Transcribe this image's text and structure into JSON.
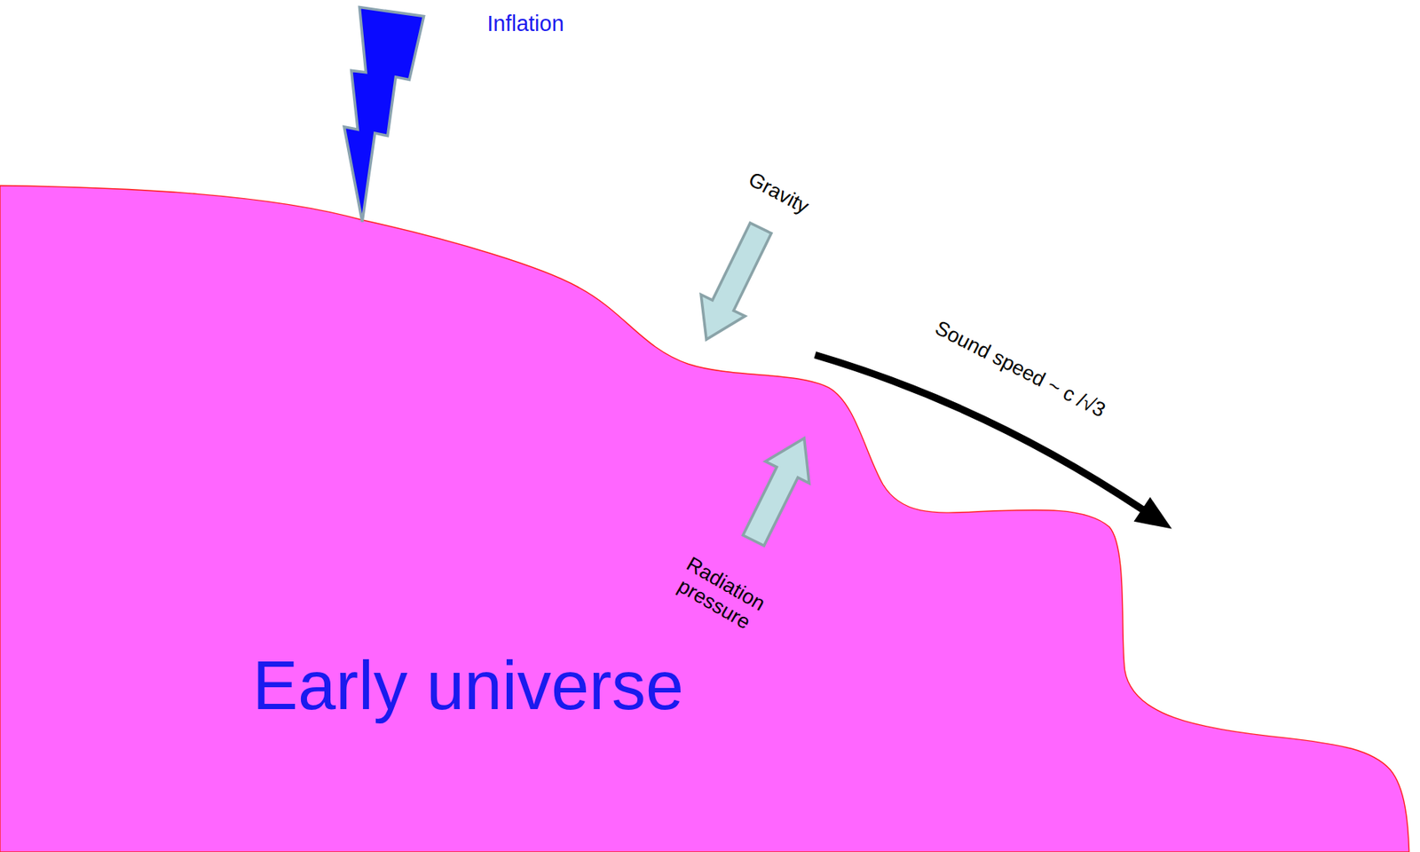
{
  "diagram": {
    "nodes": [
      {
        "text": [
          "Early universe"
        ]
      }
    ],
    "labels": [
      "Inflation",
      "Gravity",
      "Sound speed ~ c /√3",
      "Radiation pressure"
    ]
  }
}
